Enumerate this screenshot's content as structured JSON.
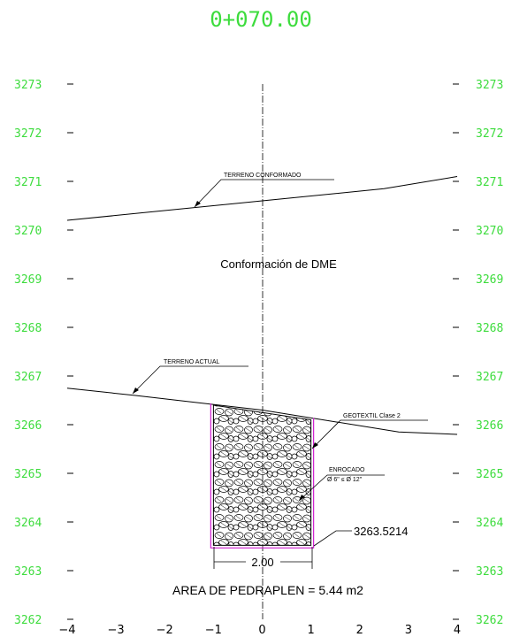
{
  "section": {
    "title": "0+070.00",
    "zone_label": "Conformación de DME",
    "area_label": "AREA DE PEDRAPLEN = 5.44 m2",
    "width_label": "2.00",
    "bottom_elevation_label": "3263.5214"
  },
  "labels": {
    "terreno_conformado": "TERRENO CONFORMADO",
    "terreno_actual": "TERRENO ACTUAL",
    "geotextil": "GEOTEXTIL Clase 2",
    "enrocado": "ENROCADO",
    "enrocado_spec": "Ø 6\" ≤ Ø 12\""
  },
  "colors": {
    "elevation_text": "#3ddc3d",
    "geotextile": "#d020d0",
    "lines": "#000000"
  },
  "chart_data": {
    "type": "cross-section",
    "x_ticks": [
      -4,
      -3,
      -2,
      -1,
      0,
      1,
      2,
      3,
      4
    ],
    "y_ticks": [
      3262,
      3263,
      3264,
      3265,
      3266,
      3267,
      3268,
      3269,
      3270,
      3271,
      3272,
      3273
    ],
    "xlim": [
      -4,
      4
    ],
    "ylim": [
      3262,
      3273
    ],
    "terreno_conformado": [
      [
        -4,
        3270.2
      ],
      [
        0,
        3270.6
      ],
      [
        2.5,
        3270.85
      ],
      [
        4,
        3271.1
      ]
    ],
    "terreno_actual": [
      [
        -4,
        3266.75
      ],
      [
        -2.6,
        3266.6
      ],
      [
        0,
        3266.3
      ],
      [
        2.8,
        3265.85
      ],
      [
        4,
        3265.8
      ]
    ],
    "pedraplen": {
      "x_left": -1,
      "x_right": 1,
      "top_left": 3266.4,
      "top_right": 3266.1,
      "bottom": 3263.5214
    }
  }
}
